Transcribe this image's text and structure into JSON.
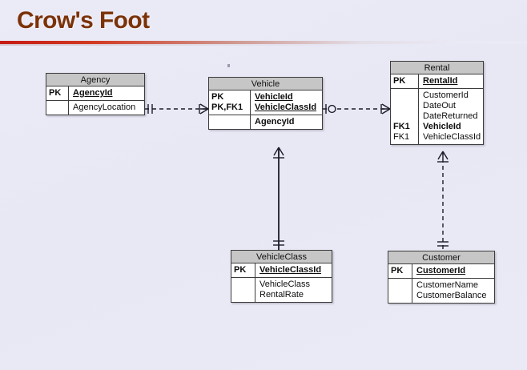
{
  "slide": {
    "title": "Crow's Foot",
    "title_color": "#7b3208",
    "accent_color": "#c51a12",
    "background_color": "#e9e9f6"
  },
  "diagram": {
    "type": "entity-relationship-diagram",
    "notation": "crow's foot (IE) / IDEF1X-style",
    "entities": [
      {
        "id": "agency",
        "name": "Agency",
        "key_attributes": [
          {
            "key": "PK",
            "attribute": "AgencyId",
            "style": "pk"
          }
        ],
        "attributes": [
          {
            "key": "",
            "attribute": "AgencyLocation",
            "style": "normal"
          }
        ]
      },
      {
        "id": "vehicle",
        "name": "Vehicle",
        "key_attributes": [
          {
            "key": "PK",
            "attribute": "VehicleId",
            "style": "pk"
          },
          {
            "key": "PK,FK1",
            "attribute": "VehicleClassId",
            "style": "pk"
          }
        ],
        "attributes": [
          {
            "key": "",
            "attribute": "AgencyId",
            "style": "bold"
          }
        ]
      },
      {
        "id": "rental",
        "name": "Rental",
        "key_attributes": [
          {
            "key": "PK",
            "attribute": "RentalId",
            "style": "pk"
          }
        ],
        "attributes": [
          {
            "key": "",
            "attribute": "CustomerId",
            "style": "normal"
          },
          {
            "key": "",
            "attribute": "DateOut",
            "style": "normal"
          },
          {
            "key": "",
            "attribute": "DateReturned",
            "style": "normal"
          },
          {
            "key": "FK1",
            "attribute": "VehicleId",
            "style": "bold"
          },
          {
            "key": "FK1",
            "attribute": "VehicleClassId",
            "style": "normal"
          }
        ]
      },
      {
        "id": "vehicleclass",
        "name": "VehicleClass",
        "key_attributes": [
          {
            "key": "PK",
            "attribute": "VehicleClassId",
            "style": "pk"
          }
        ],
        "attributes": [
          {
            "key": "",
            "attribute": "VehicleClass",
            "style": "normal"
          },
          {
            "key": "",
            "attribute": "RentalRate",
            "style": "normal"
          }
        ]
      },
      {
        "id": "customer",
        "name": "Customer",
        "key_attributes": [
          {
            "key": "PK",
            "attribute": "CustomerId",
            "style": "pk"
          }
        ],
        "attributes": [
          {
            "key": "",
            "attribute": "CustomerName",
            "style": "normal"
          },
          {
            "key": "",
            "attribute": "CustomerBalance",
            "style": "normal"
          }
        ]
      }
    ],
    "relationships": [
      {
        "id": "agency-vehicle",
        "from": "Agency",
        "to": "Vehicle",
        "line_style": "dashed",
        "from_cardinality": "one-and-only-one",
        "to_cardinality": "one-or-many"
      },
      {
        "id": "vehicle-rental",
        "from": "Vehicle",
        "to": "Rental",
        "line_style": "dashed",
        "from_cardinality": "zero-or-one",
        "to_cardinality": "one-or-many"
      },
      {
        "id": "vehicleclass-vehicle",
        "from": "VehicleClass",
        "to": "Vehicle",
        "line_style": "solid",
        "from_cardinality": "one-and-only-one",
        "to_cardinality": "one-or-many"
      },
      {
        "id": "customer-rental",
        "from": "Customer",
        "to": "Rental",
        "line_style": "dashed",
        "from_cardinality": "one-and-only-one",
        "to_cardinality": "one-or-many"
      }
    ]
  }
}
